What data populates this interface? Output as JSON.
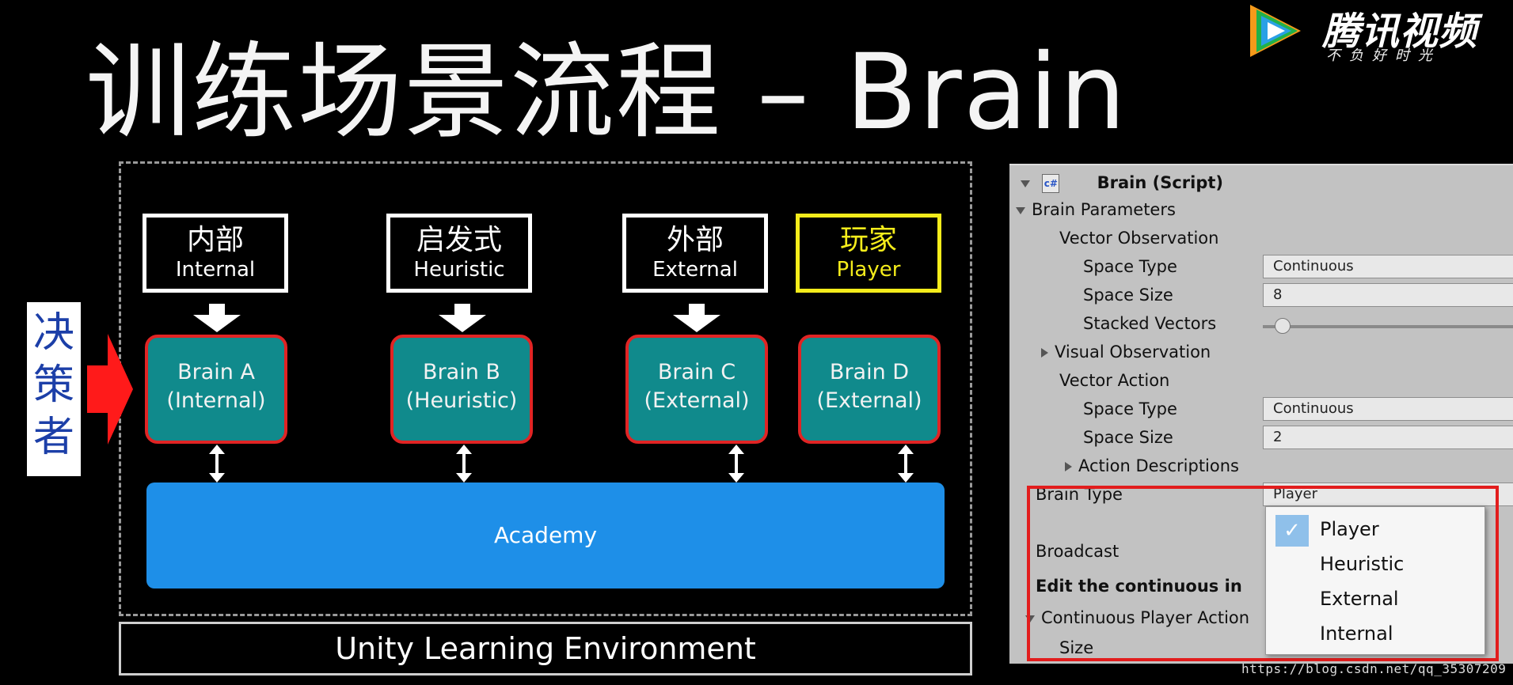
{
  "title": "训练场景流程 – Brain",
  "logo": {
    "name": "腾讯视频",
    "slogan": "不负好时光"
  },
  "diagram": {
    "decider": "决策者",
    "sources": [
      {
        "cn": "内部",
        "en": "Internal"
      },
      {
        "cn": "启发式",
        "en": "Heuristic"
      },
      {
        "cn": "外部",
        "en": "External"
      },
      {
        "cn": "玩家",
        "en": "Player"
      }
    ],
    "brains": [
      {
        "line1": "Brain A",
        "line2": "(Internal)"
      },
      {
        "line1": "Brain B",
        "line2": "(Heuristic)"
      },
      {
        "line1": "Brain C",
        "line2": "(External)"
      },
      {
        "line1": "Brain D",
        "line2": "(External)"
      }
    ],
    "academy": "Academy",
    "environment": "Unity Learning Environment",
    "colors": {
      "brain": "#108a8c",
      "brain_border": "#e02424",
      "academy": "#1e8fe8",
      "player": "#f4ec1b"
    }
  },
  "inspector": {
    "component": "Brain (Script)",
    "brain_parameters": "Brain Parameters",
    "vector_observation": "Vector Observation",
    "space_type_label": "Space Type",
    "obs_space_type": "Continuous",
    "space_size_label": "Space Size",
    "obs_space_size": "8",
    "stacked_vectors": "Stacked Vectors",
    "stacked_vectors_value": 1,
    "visual_observation": "Visual Observation",
    "vector_action": "Vector Action",
    "act_space_type": "Continuous",
    "act_space_size": "2",
    "action_descriptions": "Action Descriptions",
    "brain_type_label": "Brain Type",
    "brain_type_value": "Player",
    "broadcast": "Broadcast",
    "edit_hint": "Edit the continuous in",
    "continuous_player_actions": "Continuous Player Action",
    "size": "Size"
  },
  "dropdown": {
    "options": [
      "Player",
      "Heuristic",
      "External",
      "Internal"
    ],
    "selected": "Player",
    "check": "✓"
  },
  "watermark": "https://blog.csdn.net/qq_35307209"
}
